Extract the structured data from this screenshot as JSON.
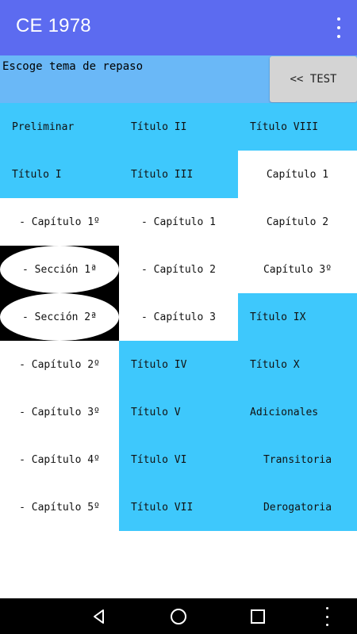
{
  "app": {
    "title": "CE 1978"
  },
  "header": {
    "prompt": "Escoge tema de repaso",
    "test_button": "<< TEST"
  },
  "grid": {
    "col1": [
      "Preliminar",
      "Título I",
      "- Capítulo 1º",
      "- Sección 1ª",
      "- Sección 2ª",
      "- Capítulo 2º",
      "- Capítulo 3º",
      "- Capítulo 4º",
      "- Capítulo 5º"
    ],
    "col2": [
      "Título II",
      "Título III",
      "- Capítulo 1",
      "- Capítulo 2",
      "- Capítulo 3",
      "Título IV",
      "Título V",
      "Título VI",
      "Título VII"
    ],
    "col3": [
      "Título VIII",
      "Capítulo 1",
      "Capítulo 2",
      "Capítulo 3º",
      "Título IX",
      "Título X",
      "Adicionales",
      "Transitoria",
      "Derogatoria"
    ]
  },
  "colors": {
    "appbar": "#5c6bf0",
    "header": "#6ab8f7",
    "tile_blue": "#3ec8fc",
    "button_gray": "#d4d4d4"
  },
  "navbar": {
    "icons": [
      "back-icon",
      "home-icon",
      "recents-icon",
      "more-vert-icon"
    ]
  }
}
